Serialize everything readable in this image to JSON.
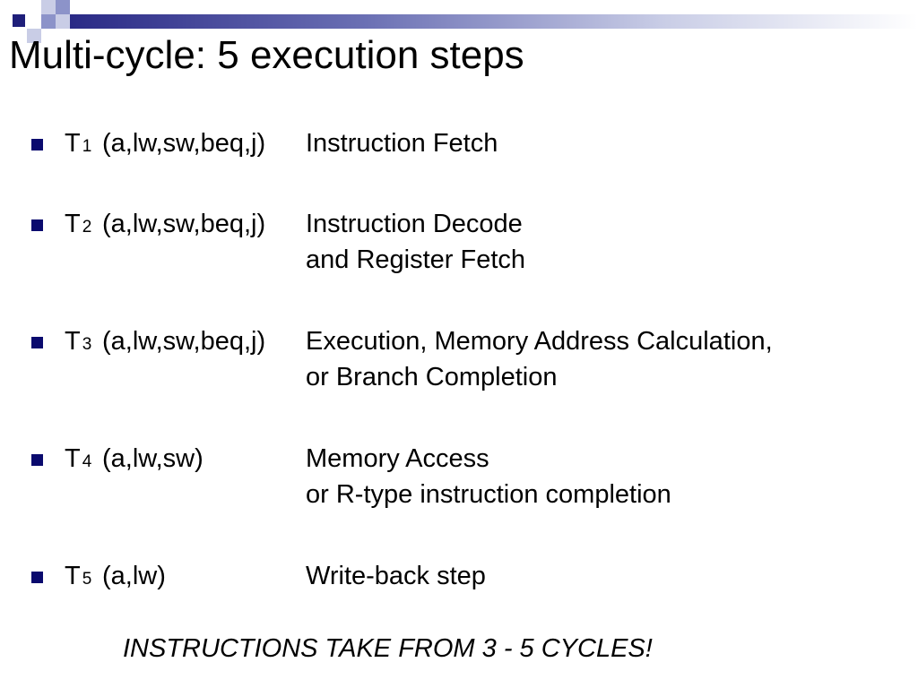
{
  "slide": {
    "title": "Multi-cycle: 5 execution steps",
    "colors": {
      "accent": "#1f1f7a",
      "light_square": "#c9cde6",
      "mid_square": "#8c93c9",
      "bullet": "#0a0a6e"
    },
    "steps": [
      {
        "label": "T",
        "sub": "1",
        "ops": "(a,lw,sw,beq,j)",
        "desc": [
          "Instruction Fetch"
        ]
      },
      {
        "label": "T",
        "sub": "2",
        "ops": "(a,lw,sw,beq,j)",
        "desc": [
          "Instruction Decode",
          "and Register Fetch"
        ]
      },
      {
        "label": "T",
        "sub": "3",
        "ops": "(a,lw,sw,beq,j)",
        "desc": [
          "Execution, Memory Address Calculation,",
          "or Branch Completion"
        ]
      },
      {
        "label": "T",
        "sub": "4",
        "ops": "(a,lw,sw)",
        "desc": [
          "Memory Access",
          "or R-type instruction completion"
        ]
      },
      {
        "label": "T",
        "sub": "5",
        "ops": "(a,lw)",
        "desc": [
          "Write-back step"
        ]
      }
    ],
    "note": "INSTRUCTIONS TAKE FROM 3 - 5 CYCLES!"
  }
}
